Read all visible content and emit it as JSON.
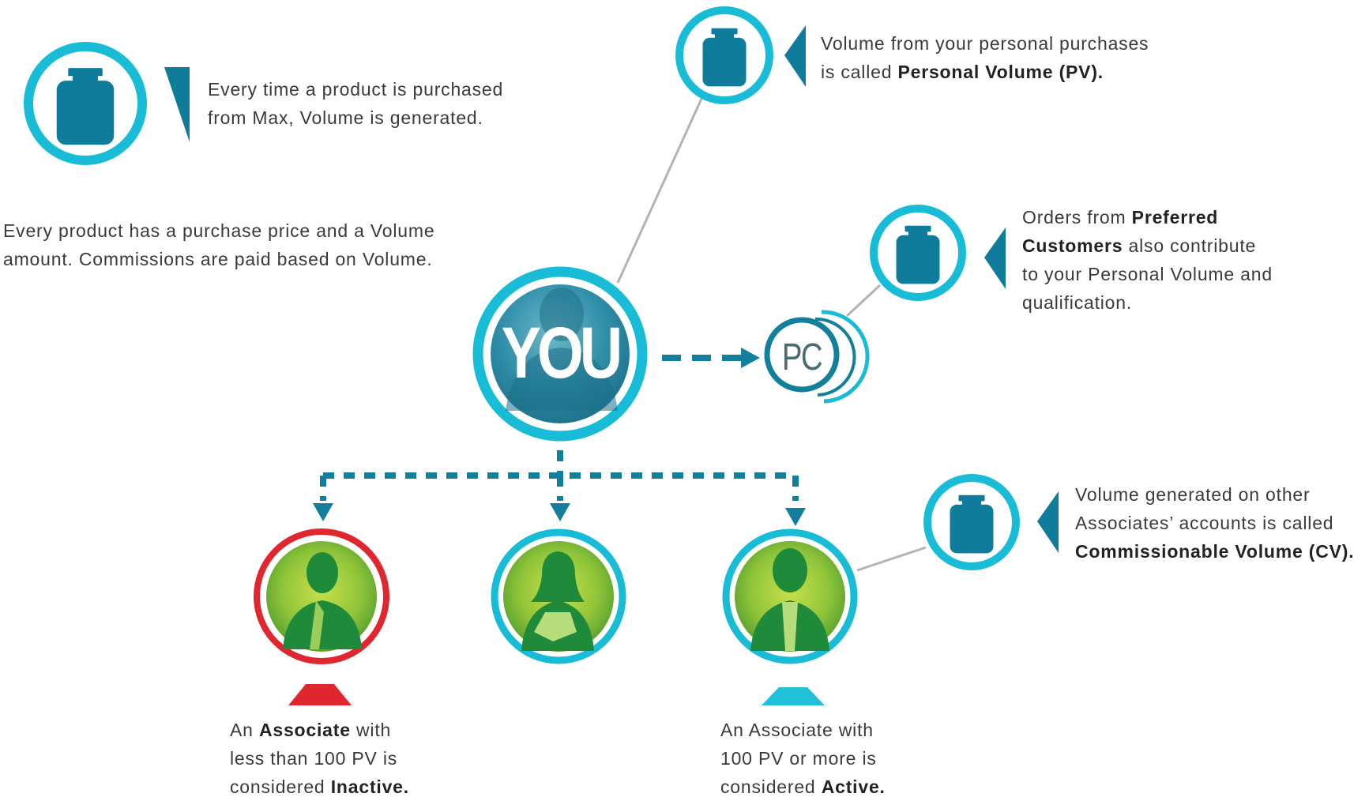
{
  "colors": {
    "teal_ring": "#18bcd6",
    "bottle_blue": "#0f7c9b",
    "pointer_blue": "#0f7c9b",
    "dash_blue": "#127f9c",
    "line_gray": "#b3b3b3",
    "you_fill": "#2f8fa8",
    "pc_text": "#4b6b75",
    "green_inner": "#7dbb3a",
    "green_silhouette": "#1f8a3a",
    "inactive_red": "#e0262e",
    "active_teal": "#1fc0d8"
  },
  "icons": {
    "bottle": "product-bottle-icon",
    "pointer": "left-pointer-triangle-icon",
    "person": "person-silhouette-icon"
  },
  "center": {
    "you_label": "YOU",
    "pc_label": "PC"
  },
  "notes": {
    "intro": {
      "line1": "Every time a product is purchased",
      "line2": "from Max, Volume is generated."
    },
    "price": {
      "line1": "Every product has a purchase price and a Volume",
      "line2": "amount. Commissions are paid based on Volume."
    },
    "pv": {
      "line1": "Volume from your personal purchases",
      "line2_pre": "is called ",
      "line2_bold": "Personal Volume (PV)."
    },
    "pc": {
      "line1_pre": "Orders from ",
      "line1_bold": "Preferred",
      "line2_bold": "Customers",
      "line2_post": " also contribute",
      "line3": "to your Personal Volume and",
      "line4": "qualification."
    },
    "cv": {
      "line1": "Volume generated on other",
      "line2": "Associates’ accounts is called",
      "line3_bold": "Commissionable Volume (CV)."
    },
    "inactive": {
      "line1_pre": "An ",
      "line1_bold": "Associate",
      "line1_post": " with",
      "line2": "less than 100 PV is",
      "line3_pre": "considered ",
      "line3_bold": "Inactive."
    },
    "active": {
      "line1": "An Associate with",
      "line2": "100 PV or more is",
      "line3_pre": "considered ",
      "line3_bold": "Active."
    }
  }
}
